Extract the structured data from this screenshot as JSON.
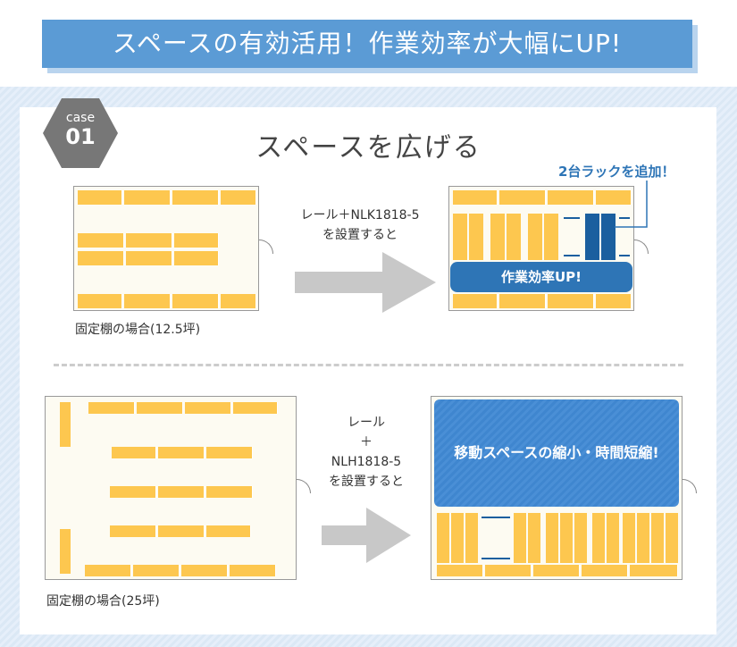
{
  "title": "スペースの有効活用！作業効率が大幅にUP!",
  "badge": {
    "case_label": "case",
    "case_number": "01"
  },
  "section_title": "スペースを広げる",
  "top": {
    "before_caption": "固定棚の場合(12.5坪)",
    "arrow_label_line1": "レール＋NLK1818-5",
    "arrow_label_line2": "を設置すると",
    "added_label": "2台ラックを追加！",
    "efficiency_label": "作業効率UP!"
  },
  "bottom": {
    "before_caption": "固定棚の場合(25坪)",
    "arrow_label_line1": "レール",
    "arrow_label_line2": "＋",
    "arrow_label_line3": "NLH1818-5",
    "arrow_label_line4": "を設置すると",
    "reduction_label": "移動スペースの縮小・時間短縮!"
  },
  "colors": {
    "shelf": "#fdc74f",
    "accent_blue": "#2e75b6",
    "banner": "#5b9bd5"
  }
}
